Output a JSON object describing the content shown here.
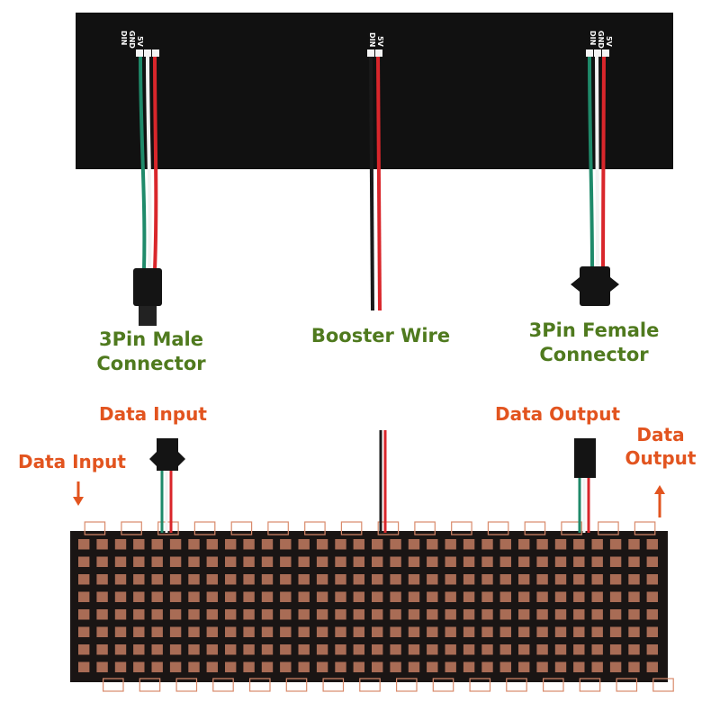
{
  "colors": {
    "annotation_green": "#4f7a1e",
    "annotation_orange": "#e2541f",
    "panel_black": "#111111",
    "matrix_black": "#1a1514",
    "wire_red": "#d9262b",
    "wire_green": "#1f8a6a",
    "wire_white": "#f2f2f2",
    "wire_black": "#1a1a1a",
    "led_trace": "#d98a6b"
  },
  "top_panel": {
    "left_pins": [
      "5V",
      "GND",
      "DIN"
    ],
    "middle_pins": [
      "5V",
      "DIN"
    ],
    "right_pins": [
      "5V",
      "GND",
      "DIN"
    ]
  },
  "labels": {
    "male_connector": [
      "3Pin Male",
      "Connector"
    ],
    "booster_wire": "Booster Wire",
    "female_connector": [
      "3Pin Female",
      "Connector"
    ],
    "data_input_top": "Data Input",
    "data_output_top": "Data Output",
    "data_input_side": "Data Input",
    "data_output_side": [
      "Data",
      "Output"
    ]
  },
  "icons": {
    "down_arrow": "arrow-down-icon",
    "up_arrow": "arrow-up-icon"
  }
}
